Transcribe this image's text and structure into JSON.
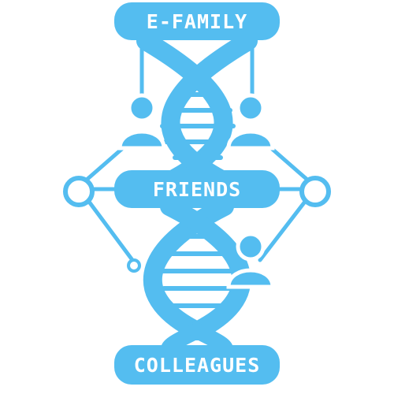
{
  "labels": {
    "top": "E-FAMILY",
    "middle": "FRIENDS",
    "bottom": "COLLEAGUES"
  },
  "colors": {
    "primary": "#54bdf0",
    "background": "#ffffff"
  },
  "icons": [
    "dna-helix-icon",
    "person-icon",
    "network-node-icon"
  ]
}
